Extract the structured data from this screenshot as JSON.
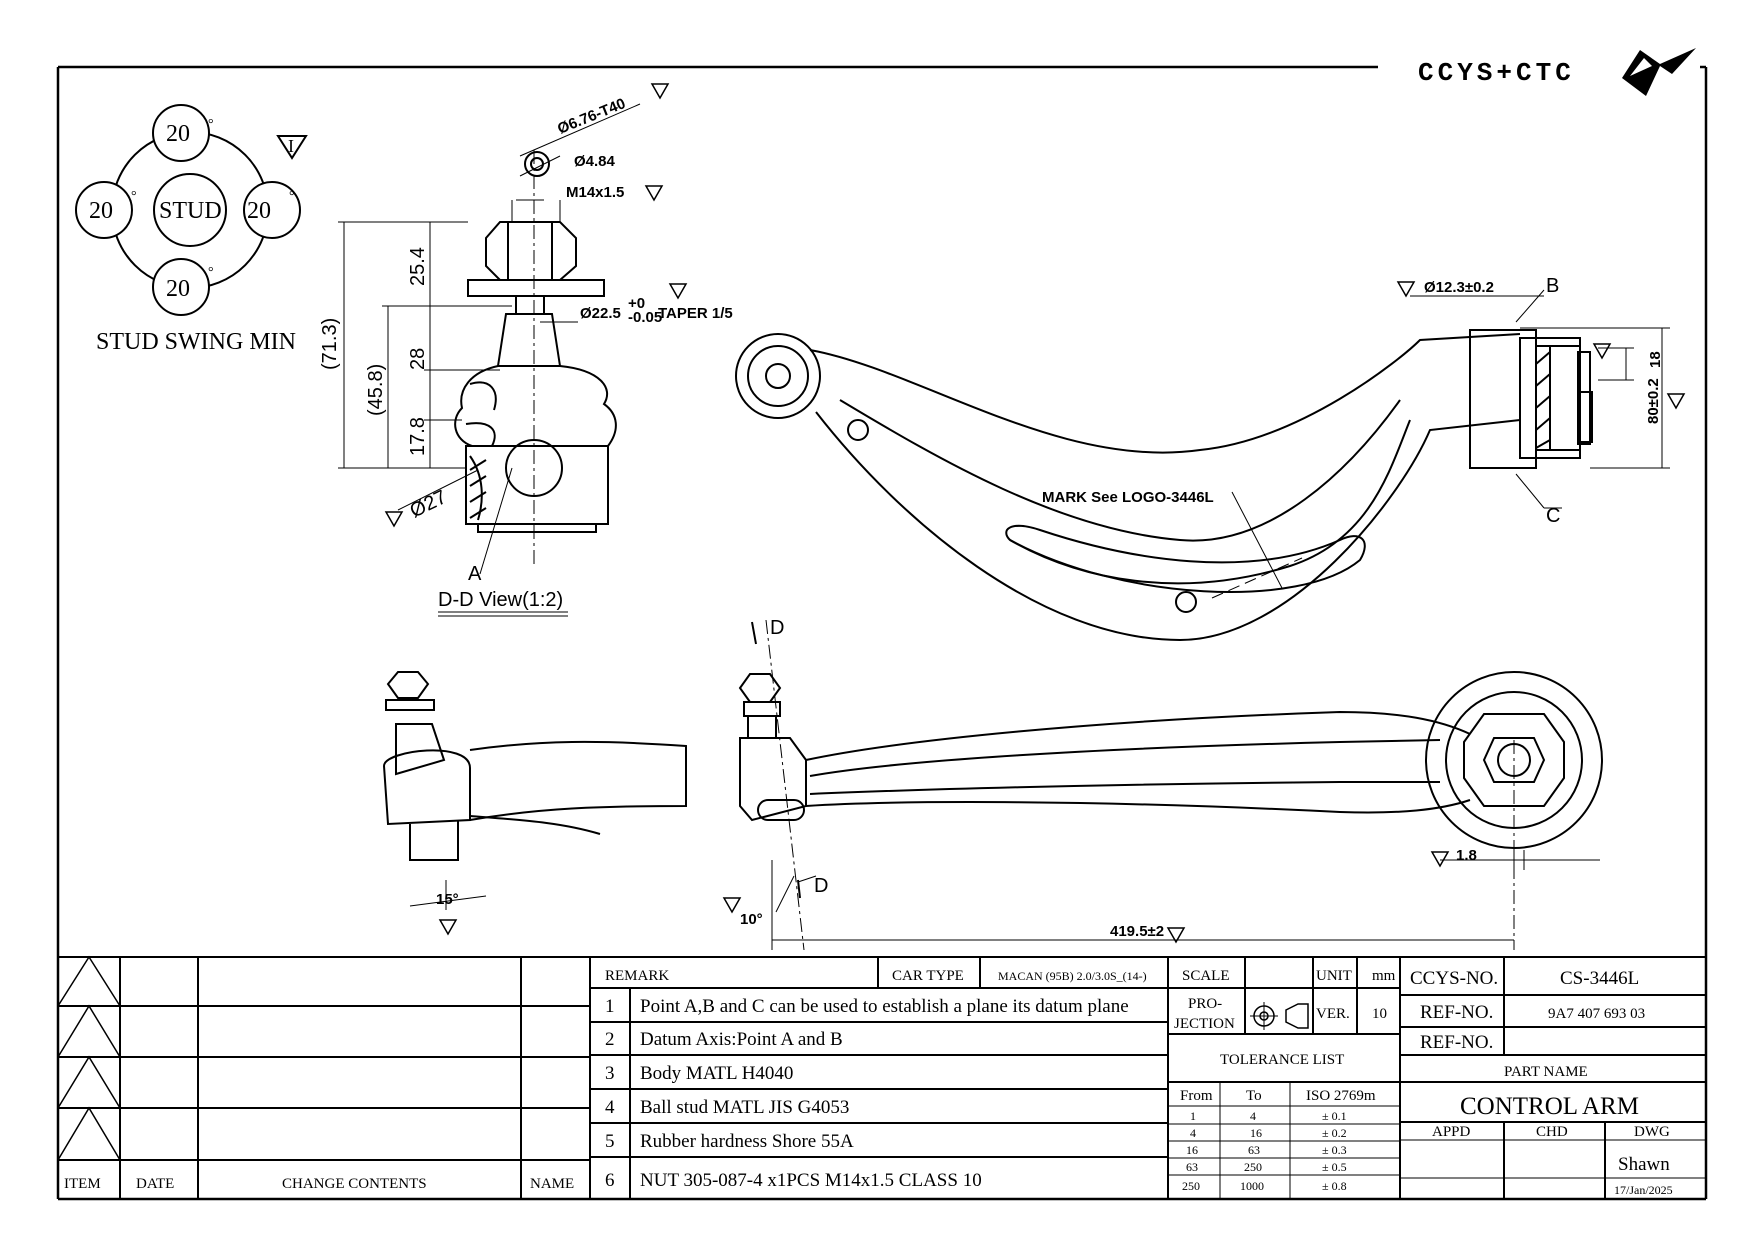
{
  "logo": {
    "text": "CCYS+CTC"
  },
  "stud_swing": {
    "title": "STUD SWING MIN",
    "center": "STUD",
    "top": "20",
    "left": "20",
    "right": "20",
    "bottom": "20",
    "degree": "°",
    "datum": "I"
  },
  "section_view": {
    "title": "D-D View(1:2)",
    "dims": {
      "hex": "Ø6.76-T40",
      "hole": "Ø4.84",
      "thread": "M14x1.5",
      "taper": "Ø22.5",
      "taper_tol_upper": "+0",
      "taper_tol_lower": "-0.05",
      "taper_ratio": "TAPER 1/5",
      "d254": "25.4",
      "d28": "28",
      "d178": "17.8",
      "d713": "(71.3)",
      "d458": "(45.8)",
      "d27": "Ø27"
    },
    "point_a": "A"
  },
  "top_view": {
    "mark_note": "MARK See LOGO-3446L",
    "bushing_dia": "Ø12.3±0.2",
    "point_b": "B",
    "point_c": "C",
    "d18": "18",
    "d80": "80±0.2"
  },
  "front_view": {
    "section_d_top": "D",
    "section_d_bottom": "D",
    "angle_10": "10°",
    "angle_15": "15°",
    "length": "419.5±2",
    "offset": "1.8"
  },
  "revisions": {
    "headers": [
      "ITEM",
      "DATE",
      "CHANGE CONTENTS",
      "NAME"
    ]
  },
  "remarks": {
    "header": "REMARK",
    "car_type_label": "CAR TYPE",
    "car_type_value": "MACAN (95B) 2.0/3.0S_(14-)",
    "items": [
      {
        "no": "1",
        "text": "Point A,B and C can be used to establish a plane its datum plane"
      },
      {
        "no": "2",
        "text": "Datum Axis:Point A and B"
      },
      {
        "no": "3",
        "text": "Body MATL H4040"
      },
      {
        "no": "4",
        "text": "Ball stud MATL JIS G4053"
      },
      {
        "no": "5",
        "text": "Rubber hardness Shore 55A"
      },
      {
        "no": "6",
        "text": "NUT 305-087-4 x1PCS  M14x1.5  CLASS 10"
      }
    ]
  },
  "spec": {
    "scale_label": "SCALE",
    "unit_label": "UNIT",
    "unit_value": "mm",
    "projection_label_1": "PRO-",
    "projection_label_2": "JECTION",
    "ver_label": "VER.",
    "ver_value": "10",
    "tolerance_title": "TOLERANCE LIST",
    "tol_headers": [
      "From",
      "To",
      "ISO 2769m"
    ],
    "tol_rows": [
      [
        "1",
        "4",
        "± 0.1"
      ],
      [
        "4",
        "16",
        "± 0.2"
      ],
      [
        "16",
        "63",
        "± 0.3"
      ],
      [
        "63",
        "250",
        "± 0.5"
      ],
      [
        "250",
        "1000",
        "± 0.8"
      ]
    ]
  },
  "title_block": {
    "ccys_label": "CCYS-NO.",
    "ccys_value": "CS-3446L",
    "ref_label": "REF-NO.",
    "ref_value": "9A7 407 693 03",
    "ref_label_2": "REF-NO.",
    "part_name_label": "PART NAME",
    "part_name": "CONTROL ARM",
    "appd_label": "APPD",
    "chd_label": "CHD",
    "dwg_label": "DWG",
    "drawn_by": "Shawn",
    "date": "17/Jan/2025"
  }
}
